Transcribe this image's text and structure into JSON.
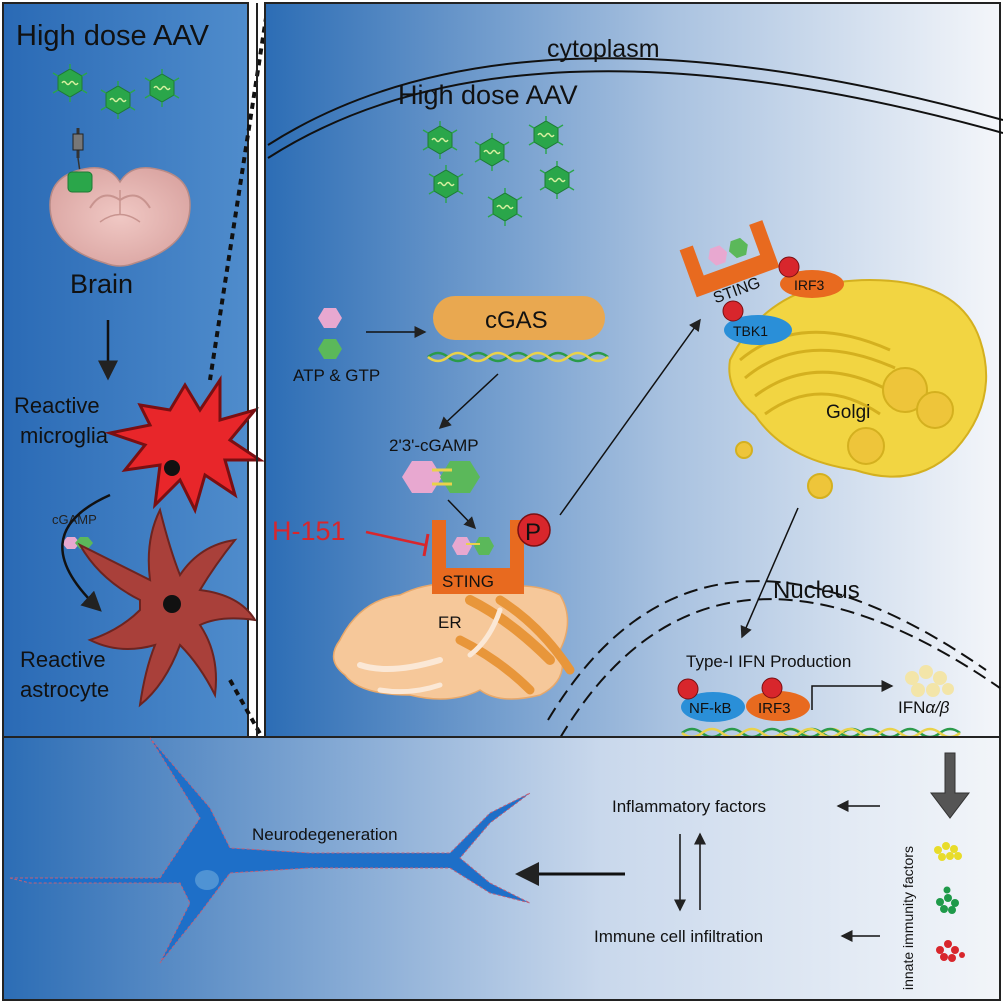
{
  "left_panel": {
    "title": "High dose AAV",
    "brain_label": "Brain",
    "microglia_label_1": "Reactive",
    "microglia_label_2": "microglia",
    "cgamp_label": "cGAMP",
    "astrocyte_label_1": "Reactive",
    "astrocyte_label_2": "astrocyte"
  },
  "cell_panel": {
    "cytoplasm_label": "cytoplasm",
    "aav_label": "High dose AAV",
    "cgas_label": "cGAS",
    "atp_gtp_label": "ATP & GTP",
    "cgamp_label": "2'3'-cGAMP",
    "inhibitor_label": "H-151",
    "phospho_label": "P",
    "sting_label": "STING",
    "er_label": "ER",
    "sting_golgi_label": "STING",
    "irf3_label": "IRF3",
    "tbk1_label": "TBK1",
    "golgi_label": "Golgi",
    "nucleus_label": "Nucleus",
    "ifn_production_label": "Type-I IFN Production",
    "nfkb_label": "NF-kB",
    "irf3_nuc_label": "IRF3",
    "ifn_prefix": "IFN",
    "ifn_suffix": "α/β"
  },
  "bottom_panel": {
    "neurodegeneration_label": "Neurodegeneration",
    "inflammatory_label": "Inflammatory factors",
    "immune_label": "Immune cell infiltration",
    "innate_label": "innate immunity factors"
  },
  "colors": {
    "panel_blue_dark": "#2f6fb6",
    "panel_blue_light": "#e8eef6",
    "virus_green": "#2aa64a",
    "cgas_orange": "#e9a850",
    "sting_orange": "#e86a1f",
    "phospho_red": "#d8262c",
    "tbk1_blue": "#2a8fd8",
    "golgi_yellow": "#f2d542",
    "inhibitor_red": "#d8262c",
    "microglia_red": "#e8262a",
    "astrocyte_brown": "#a9403a"
  }
}
